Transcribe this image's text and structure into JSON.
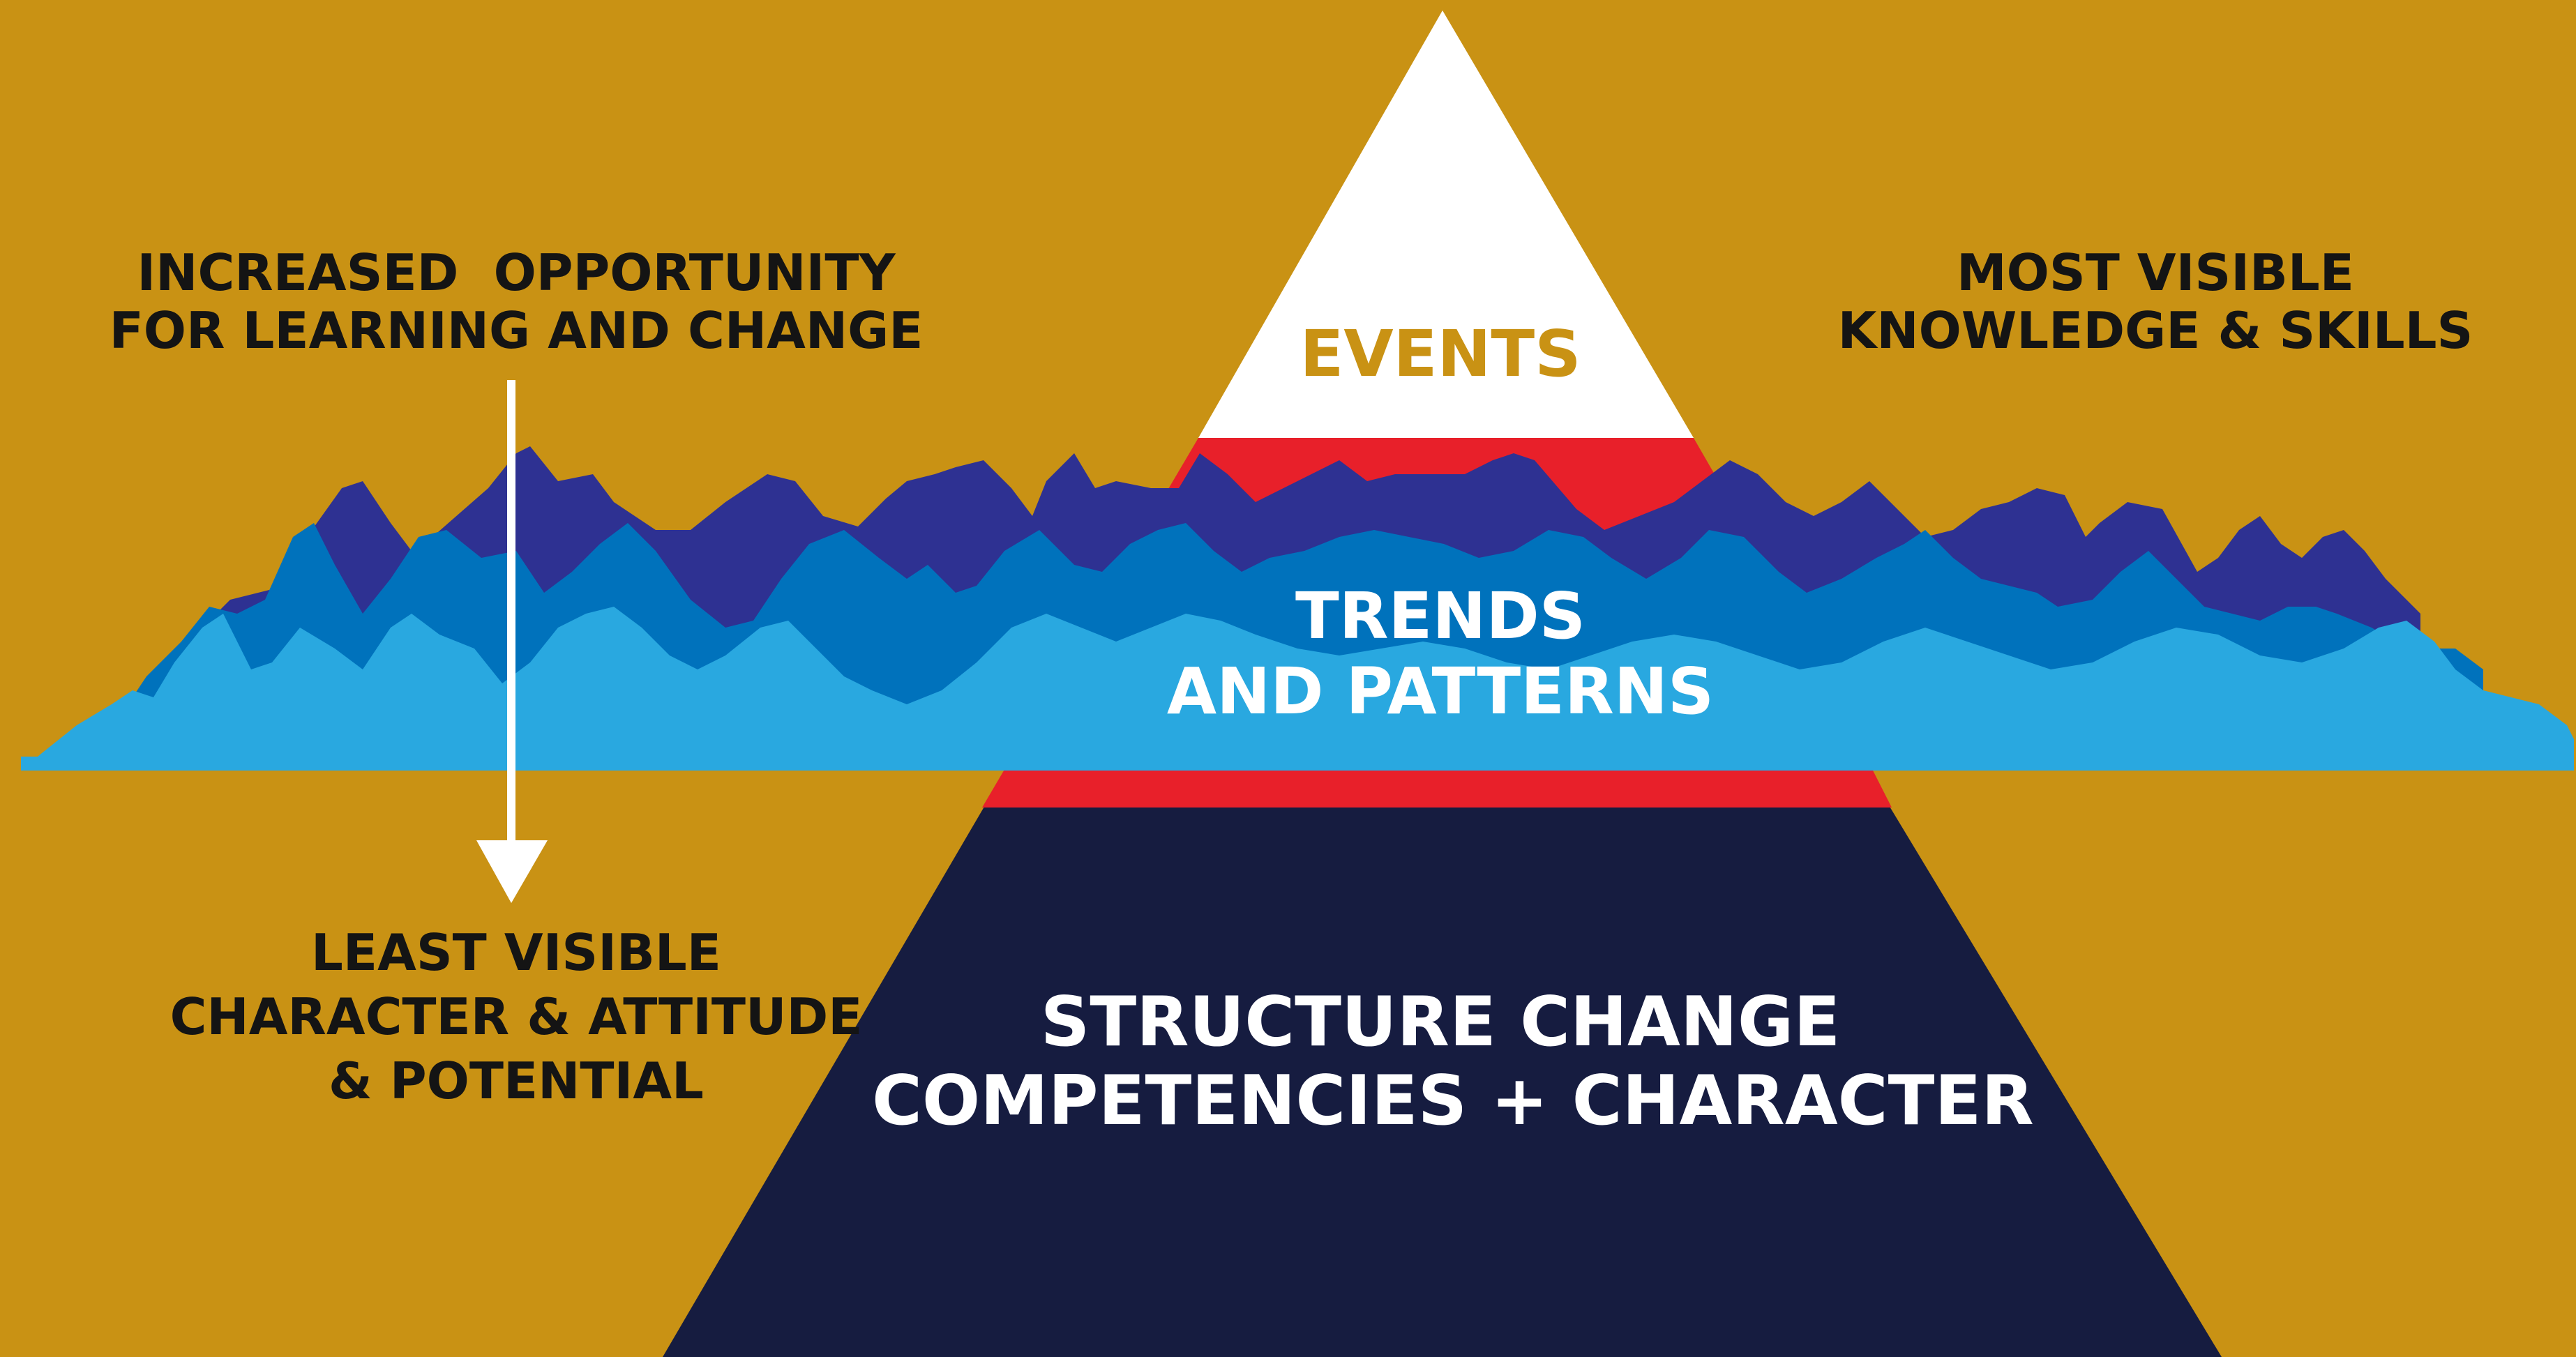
{
  "diagram": {
    "colors": {
      "background": "#C99214",
      "peak": "#FFFFFF",
      "band": "#E8202A",
      "base": "#161C40",
      "wave_back": "#2E3192",
      "wave_mid": "#0072BC",
      "wave_front": "#29A8E0",
      "arrow": "#FFFFFF"
    },
    "pyramid": {
      "top": "EVENTS",
      "middle_line1": "TRENDS",
      "middle_line2": "AND PATTERNS",
      "bottom_line1": "STRUCTURE CHANGE",
      "bottom_line2": "COMPETENCIES + CHARACTER"
    },
    "left_top": {
      "line1": "INCREASED  OPPORTUNITY",
      "line2": "FOR LEARNING AND CHANGE"
    },
    "right_top": {
      "line1": "MOST VISIBLE",
      "line2": "KNOWLEDGE & SKILLS"
    },
    "left_bottom": {
      "line1": "LEAST VISIBLE",
      "line2": "CHARACTER & ATTITUDE",
      "line3": "& POTENTIAL"
    },
    "arrow_icon": "down-arrow-icon"
  }
}
